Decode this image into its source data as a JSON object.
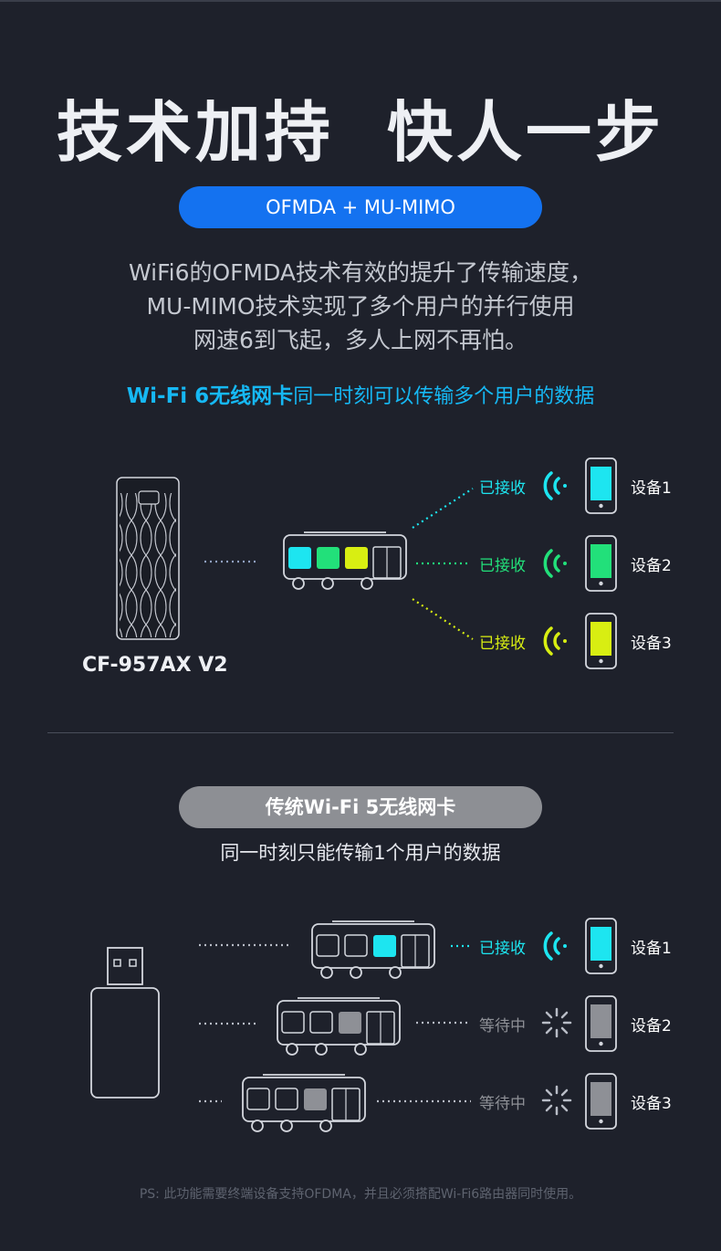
{
  "title": "技术加持  快人一步",
  "badge_tech": "OFMDA + MU-MIMO",
  "description": [
    "WiFi6的OFMDA技术有效的提升了传输速度，",
    "MU-MIMO技术实现了多个用户的并行使用",
    "网速6到飞起，多人上网不再怕。"
  ],
  "highlight": {
    "strong": "Wi-Fi 6无线网卡",
    "rest": "同一时刻可以传输多个用户的数据"
  },
  "wifi6_section": {
    "model": "CF-957AX V2",
    "devices": [
      {
        "status": "已接收",
        "name": "设备1",
        "color": "#1de5f0"
      },
      {
        "status": "已接收",
        "name": "设备2",
        "color": "#22e07a"
      },
      {
        "status": "已接收",
        "name": "设备3",
        "color": "#d8ee12"
      }
    ]
  },
  "wifi5_section": {
    "badge": "传统Wi-Fi 5无线网卡",
    "subtitle": "同一时刻只能传输1个用户的数据",
    "devices": [
      {
        "status": "已接收",
        "name": "设备1",
        "state": "received"
      },
      {
        "status": "等待中",
        "name": "设备2",
        "state": "waiting"
      },
      {
        "status": "等待中",
        "name": "设备3",
        "state": "waiting"
      }
    ]
  },
  "footnote": "PS: 此功能需要终端设备支持OFDMA，并且必须搭配Wi-Fi6路由器同时使用。",
  "colors": {
    "background": "#1e212b",
    "accent_blue": "#1472f0",
    "highlight_cyan": "#16b8f4",
    "cyan": "#1de5f0",
    "green": "#22e07a",
    "yellow": "#d8ee12",
    "waiting_gray": "#8e9096"
  },
  "icons": [
    "usb-adapter-icon",
    "bus-icon",
    "wifi-signal-icon",
    "phone-icon",
    "loading-spinner-icon"
  ]
}
